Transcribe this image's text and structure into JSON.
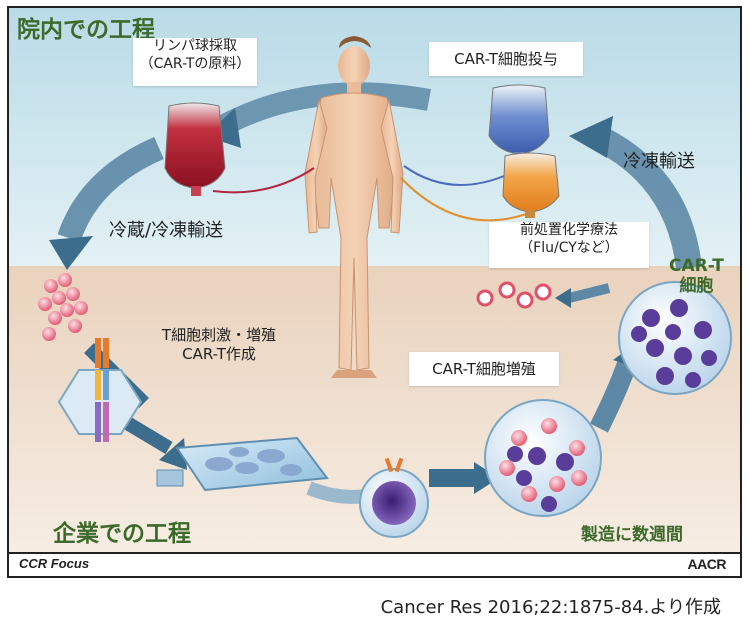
{
  "sections": {
    "hospital_title": "院内での工程",
    "company_title": "企業での工程"
  },
  "labels": {
    "lymph_collect_line1": "リンパ球採取",
    "lymph_collect_line2": "（CAR-Tの原料）",
    "car_t_admin": "CAR-T細胞投与",
    "frozen_transport_right": "冷凍輸送",
    "cold_transport_left": "冷蔵/冷凍輸送",
    "prechemo_line1": "前処置化学療法",
    "prechemo_line2": "（Flu/CYなど）",
    "car_t_cells_line1": "CAR-T",
    "car_t_cells_line2": "細胞",
    "t_stim_line1": "T細胞刺激・増殖",
    "t_stim_line2": "CAR-T作成",
    "car_t_expand": "CAR-T細胞増殖",
    "weeks": "製造に数週間"
  },
  "footer": {
    "left": "CCR Focus",
    "right": "AACR"
  },
  "citation": "Cancer Res 2016;22:1875-84.より作成",
  "colors": {
    "sky": "#cfe6ef",
    "floor": "#e8d6c6",
    "green_title": "#3c6a2a",
    "arrow": "#3f6f8f"
  }
}
